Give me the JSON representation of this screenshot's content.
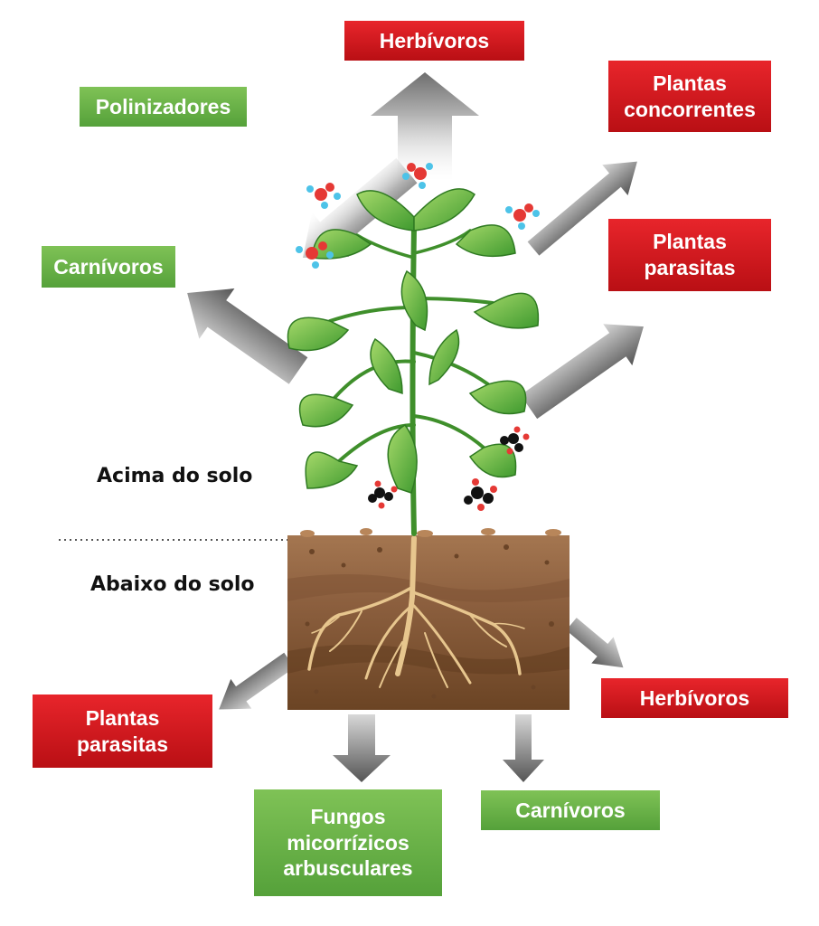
{
  "above": {
    "zone_label": "Acima do solo",
    "herbivores": "Herbívoros",
    "pollinators": "Polinizadores",
    "competing_plants": "Plantas concorrentes",
    "carnivores": "Carnívoros",
    "parasitic_plants": "Plantas parasitas"
  },
  "below": {
    "zone_label": "Abaixo do solo",
    "parasitic_plants": "Plantas parasitas",
    "herbivores": "Herbívoros",
    "mycorrhizal_fungi": "Fungos micorrízicos arbusculares",
    "carnivores": "Carnívoros"
  },
  "colors": {
    "antagonist": "#d7191f",
    "mutualist": "#6ab04c",
    "soil": "#8a5a35",
    "arrow": "#7a7a7a"
  }
}
